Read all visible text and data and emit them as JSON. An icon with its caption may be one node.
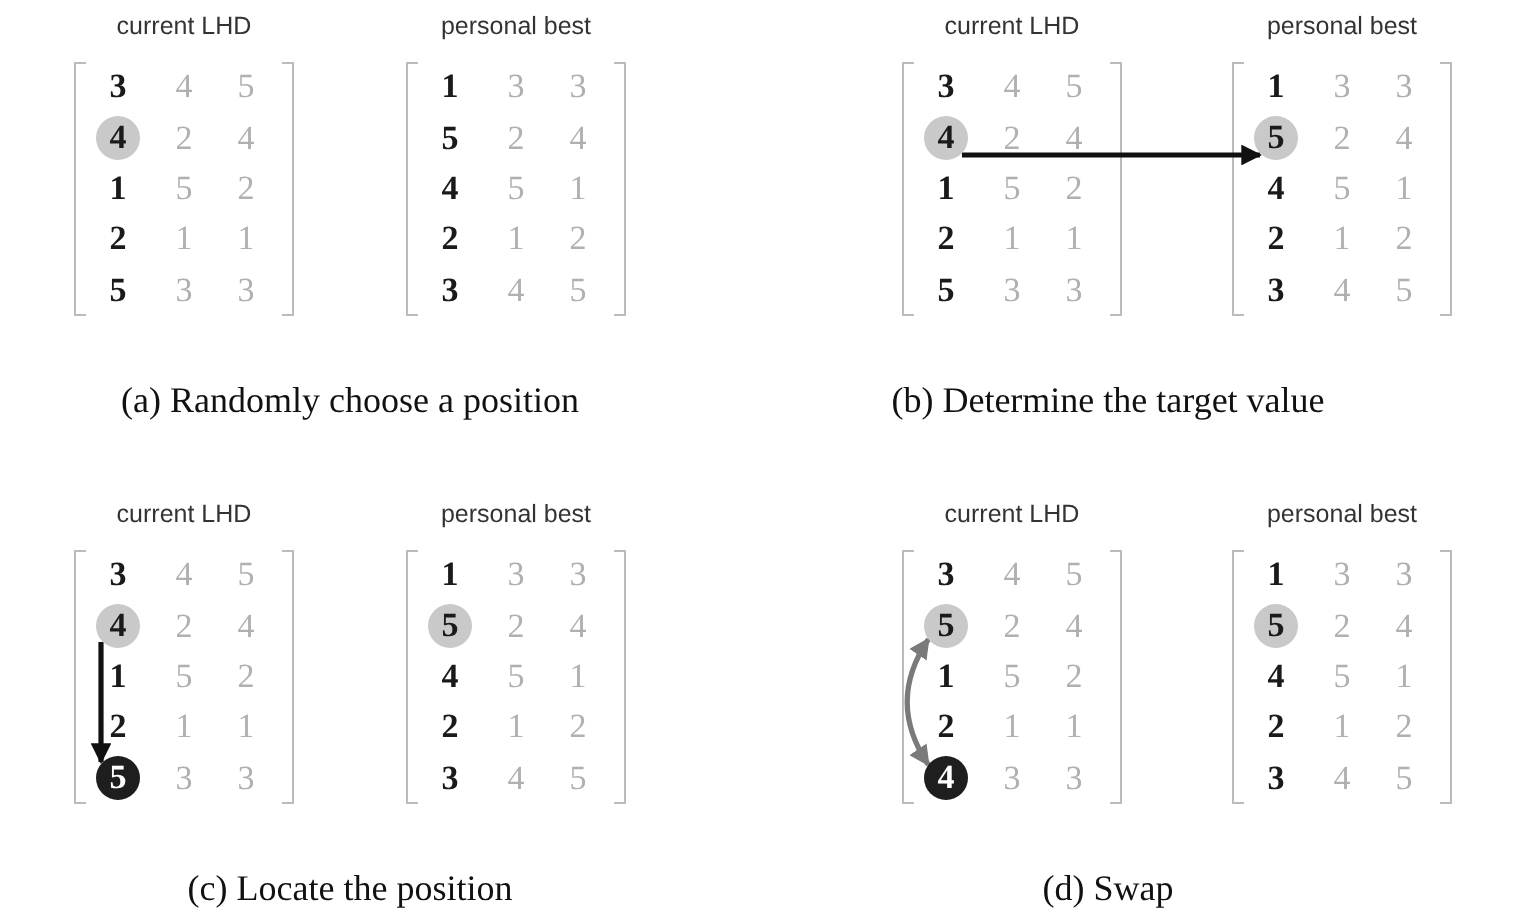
{
  "diagram": {
    "nodes": [
      {
        "text": [
          "4"
        ]
      },
      {
        "text": [
          "4"
        ]
      },
      {
        "text": [
          "5"
        ]
      },
      {
        "text": [
          "4"
        ]
      },
      {
        "text": [
          "5"
        ]
      },
      {
        "text": [
          "5"
        ]
      },
      {
        "text": [
          "5"
        ]
      },
      {
        "text": [
          "4"
        ]
      },
      {
        "text": [
          "5"
        ]
      }
    ],
    "edges": [
      {
        "from": 1,
        "to": 2,
        "arrow": "to"
      },
      {
        "from": 3,
        "to": 4,
        "arrow": "to"
      },
      {
        "from": 6,
        "to": 7,
        "arrow": "both",
        "color": "#7a7a7a"
      }
    ],
    "labels": [
      "current LHD",
      "personal best",
      "3",
      "4",
      "5",
      "2",
      "4",
      "1",
      "5",
      "2",
      "2",
      "1",
      "1",
      "5",
      "3",
      "3",
      "1",
      "3",
      "3",
      "5",
      "2",
      "4",
      "4",
      "5",
      "1",
      "2",
      "1",
      "2",
      "3",
      "4",
      "5",
      "(a) Randomly choose a position",
      "current LHD",
      "personal best",
      "3",
      "4",
      "5",
      "2",
      "4",
      "1",
      "5",
      "2",
      "2",
      "1",
      "1",
      "5",
      "3",
      "3",
      "1",
      "3",
      "3",
      "2",
      "4",
      "4",
      "5",
      "1",
      "2",
      "1",
      "2",
      "3",
      "4",
      "5",
      "(b) Determine the target value",
      "current LHD",
      "personal best",
      "3",
      "4",
      "5",
      "2",
      "4",
      "1",
      "5",
      "2",
      "2",
      "1",
      "1",
      "3",
      "3",
      "1",
      "3",
      "3",
      "2",
      "4",
      "4",
      "5",
      "1",
      "2",
      "1",
      "2",
      "3",
      "4",
      "5",
      "(c) Locate the position",
      "current LHD",
      "personal best",
      "3",
      "4",
      "5",
      "2",
      "4",
      "1",
      "5",
      "2",
      "2",
      "1",
      "1",
      "3",
      "3",
      "1",
      "3",
      "3",
      "2",
      "4",
      "4",
      "5",
      "1",
      "2",
      "1",
      "2",
      "3",
      "4",
      "5",
      "(d) Swap"
    ]
  }
}
